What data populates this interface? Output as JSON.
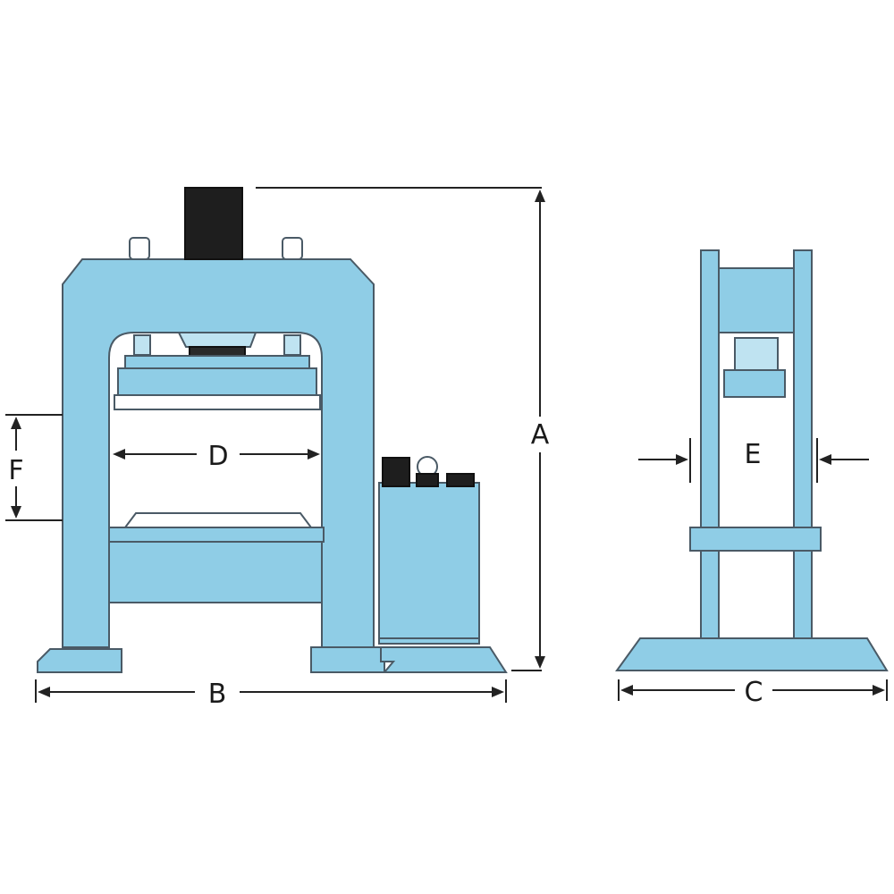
{
  "diagram": {
    "dimension_labels": {
      "A": "A",
      "B": "B",
      "C": "C",
      "D": "D",
      "E": "E",
      "F": "F"
    },
    "colors": {
      "body": "#8fcde6",
      "outline": "#4a5a66",
      "cylinder": "#1e1e1e",
      "line": "#222222"
    },
    "views": [
      "front-view",
      "side-view"
    ]
  }
}
